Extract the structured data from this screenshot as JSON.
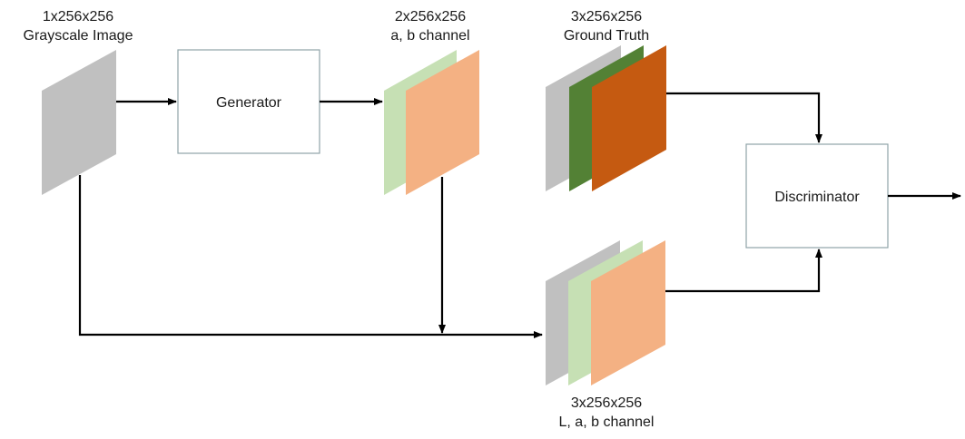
{
  "colors": {
    "gray": "#c0c0c0",
    "light_green": "#c6e0b4",
    "light_orange": "#f4b183",
    "dark_green": "#538135",
    "dark_orange": "#c55a11",
    "box_border": "#8fa3a8",
    "arrow": "#000000"
  },
  "labels": {
    "input_dims": "1x256x256",
    "input_name": "Grayscale Image",
    "ab_dims": "2x256x256",
    "ab_name": "a, b channel",
    "gt_dims": "3x256x256",
    "gt_name": "Ground Truth",
    "lab_dims": "3x256x256",
    "lab_name": "L, a, b channel"
  },
  "blocks": {
    "generator": "Generator",
    "discriminator": "Discriminator"
  }
}
